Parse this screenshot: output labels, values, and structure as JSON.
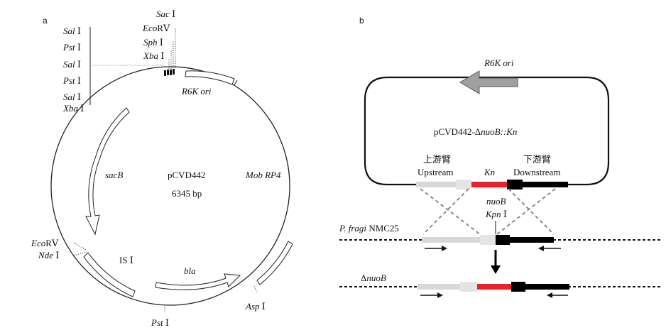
{
  "panel_a": {
    "label": "a",
    "plasmid_name": "pCVD442",
    "plasmid_size": "6345 bp",
    "mcs_sites": [
      {
        "name": "Sal",
        "num": "Ⅰ"
      },
      {
        "name": "Pst",
        "num": "Ⅰ"
      },
      {
        "name": "Sal",
        "num": "Ⅰ"
      },
      {
        "name": "Pst",
        "num": "Ⅰ"
      },
      {
        "name": "Sal",
        "num": "Ⅰ"
      },
      {
        "name": "Xba",
        "num": "Ⅰ"
      }
    ],
    "top_sites": [
      {
        "name": "Sac",
        "num": "Ⅰ"
      },
      {
        "name": "Eco",
        "num": "RⅤ"
      },
      {
        "name": "Sph",
        "num": "Ⅰ"
      },
      {
        "name": "Xba",
        "num": "Ⅰ"
      }
    ],
    "features": {
      "r6k": "R6K ori",
      "sacb": "sacB",
      "mob": "Mob RP4",
      "is1": "IS Ⅰ",
      "bla": "bla"
    },
    "left_sites": [
      {
        "name": "Eco",
        "num": "RⅤ"
      },
      {
        "name": "Nde",
        "num": "Ⅰ"
      }
    ],
    "bottom_site": {
      "name": "Pst",
      "num": "Ⅰ"
    },
    "right_site": {
      "name": "Asp",
      "num": "Ⅰ"
    }
  },
  "panel_b": {
    "label": "b",
    "r6k": "R6K ori",
    "construct_prefix": "pCVD442-Δ",
    "construct_gene": "nuoB::Kn",
    "upstream_cn": "上游臂",
    "upstream_en": "Upstream",
    "kn": "Kn",
    "downstream_cn": "下游臂",
    "downstream_en": "Downstream",
    "nuob": "nuoB",
    "kpn_name": "Kpn",
    "kpn_num": "Ⅰ",
    "strain_italic": "P. fragi",
    "strain_plain": " NMC25",
    "mutant_delta": "Δ",
    "mutant_gene": "nuoB"
  },
  "colors": {
    "red_kn": "#e8212b",
    "gray_arrow": "#a0a0a0",
    "light_gray": "#d8d8d8",
    "dashed_gray": "#8a8a8a"
  }
}
